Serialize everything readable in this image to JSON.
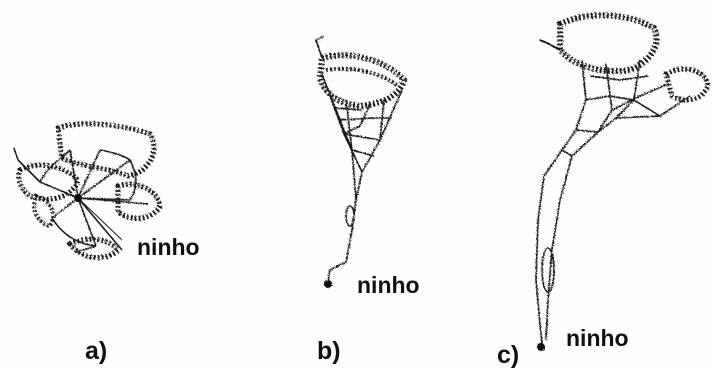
{
  "figure": {
    "panels": [
      {
        "id": "a",
        "label": "a)",
        "nest_label": "ninho"
      },
      {
        "id": "b",
        "label": "b)",
        "nest_label": "ninho"
      },
      {
        "id": "c",
        "label": "c)",
        "nest_label": "ninho"
      }
    ],
    "colors": {
      "trail": "#1a1a1a",
      "background": "#fdfdfb",
      "text": "#111111"
    }
  }
}
